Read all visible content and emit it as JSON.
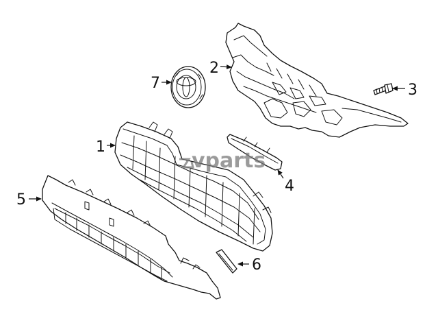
{
  "diagram": {
    "callouts": [
      {
        "id": "1",
        "label": "1"
      },
      {
        "id": "2",
        "label": "2"
      },
      {
        "id": "3",
        "label": "3"
      },
      {
        "id": "4",
        "label": "4"
      },
      {
        "id": "5",
        "label": "5"
      },
      {
        "id": "6",
        "label": "6"
      },
      {
        "id": "7",
        "label": "7"
      }
    ],
    "watermark": {
      "text": "vparts",
      "color": "#7a7a7a"
    },
    "colors": {
      "line": "#111111",
      "background": "#ffffff"
    }
  }
}
